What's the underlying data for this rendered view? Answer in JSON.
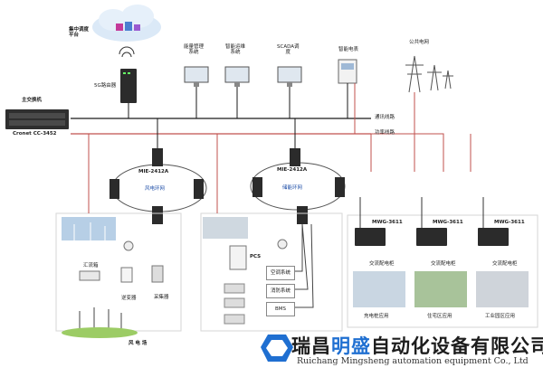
{
  "cloud": {
    "label_line1": "集中调度",
    "label_line2": "平台"
  },
  "router": {
    "label": "5G路由器"
  },
  "core_switch": {
    "title": "主交换机",
    "model": "Cronet CC-3452"
  },
  "systems": [
    {
      "line1": "能量管理",
      "line2": "系统"
    },
    {
      "line1": "智能运维",
      "line2": "系统"
    },
    {
      "line1": "SCADA调",
      "line2": "度"
    }
  ],
  "smart_meter": {
    "label": "智能电表"
  },
  "public_grid": {
    "label": "公共电网"
  },
  "buses": {
    "comm": "通讯线路",
    "power": "功率线路"
  },
  "rings": [
    {
      "model": "MIE-2412A",
      "name": "风电环网"
    },
    {
      "model": "MIE-2412A",
      "name": "储能环网"
    }
  ],
  "wind": {
    "combiner": "汇流箱",
    "inverter": "逆变器",
    "collector": "采集器",
    "farm": "风 电 场"
  },
  "storage": {
    "pcs": "PCS",
    "boxes": [
      "空调系统",
      "消防系统",
      "BMS"
    ]
  },
  "mwg": [
    {
      "model": "MWG-3611",
      "cabinet": "交流配电柜",
      "app": "充电桩应用"
    },
    {
      "model": "MWG-3611",
      "cabinet": "交流配电柜",
      "app": "住宅区应用"
    },
    {
      "model": "MWG-3611",
      "cabinet": "交流配电柜",
      "app": "工业园区应用"
    }
  ],
  "brand": {
    "cn_prefix": "瑞昌",
    "cn_highlight": "明盛",
    "cn_suffix": "自动化设备有限公司",
    "en": "Ruichang Mingsheng automation equipment Co., Ltd"
  },
  "colors": {
    "comm": "#1a1a1a",
    "power": "#c0504d",
    "accent": "#1f6fd1"
  }
}
